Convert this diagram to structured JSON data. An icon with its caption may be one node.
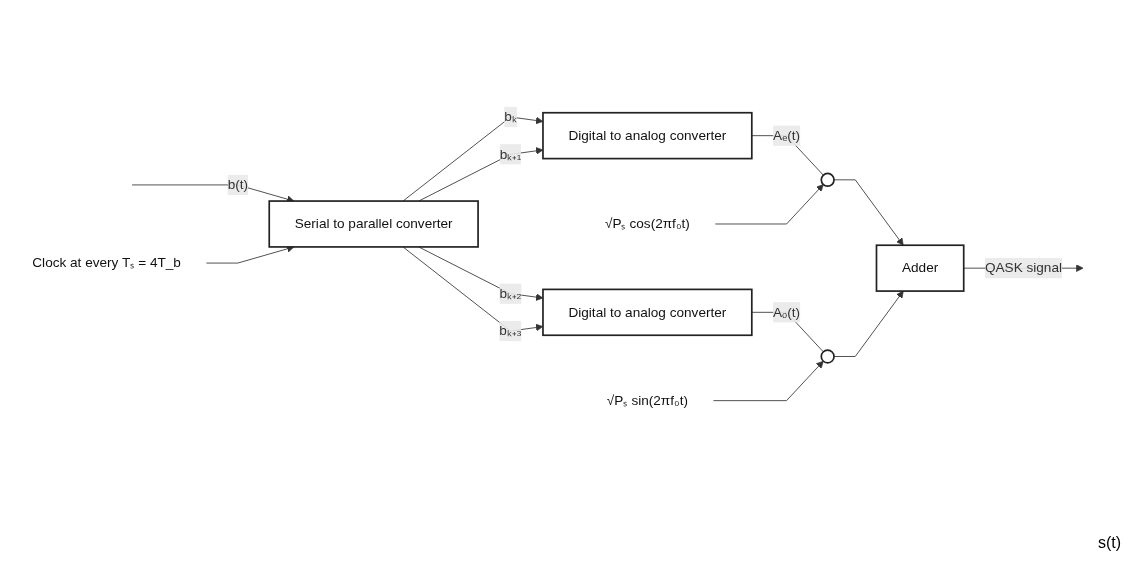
{
  "diagram": {
    "nodes": [
      {
        "text": [
          "Serial to parallel converter"
        ]
      },
      {
        "text": [
          "Digital to analog converter"
        ]
      },
      {
        "text": [
          "Digital to analog converter"
        ]
      },
      {
        "text": [],
        "shape": "circle"
      },
      {
        "text": [],
        "shape": "circle"
      },
      {
        "text": [
          "Adder"
        ]
      },
      {
        "text": [
          "Clock at every Tₛ = 4T_b"
        ]
      },
      {
        "text": [
          "√Pₛ cos(2πf₀t)"
        ]
      },
      {
        "text": [
          "√Pₛ sin(2πf₀t)"
        ]
      }
    ],
    "edges": [
      {
        "from": null,
        "to": 0,
        "arrow": "to",
        "label": "b(t)"
      },
      {
        "from": 0,
        "to": 1,
        "arrow": "to",
        "label": "bₖ"
      },
      {
        "from": 0,
        "to": 1,
        "arrow": "to",
        "label": "bₖ₊₁"
      },
      {
        "from": 0,
        "to": 2,
        "arrow": "to",
        "label": "bₖ₊₂"
      },
      {
        "from": 0,
        "to": 2,
        "arrow": "to",
        "label": "bₖ₊₃"
      },
      {
        "from": 6,
        "to": 0,
        "arrow": "to"
      },
      {
        "from": 1,
        "to": 3,
        "arrow": "none",
        "label": "Aₑ(t)"
      },
      {
        "from": 7,
        "to": 3,
        "arrow": "to"
      },
      {
        "from": 3,
        "to": 5,
        "arrow": "to"
      },
      {
        "from": 2,
        "to": 4,
        "arrow": "none",
        "label": "Aₒ(t)"
      },
      {
        "from": 8,
        "to": 4,
        "arrow": "to"
      },
      {
        "from": 4,
        "to": 5,
        "arrow": "to"
      },
      {
        "from": 5,
        "to": null,
        "arrow": "to",
        "label": "QASK signal"
      }
    ],
    "labels": [
      "s(t)"
    ]
  }
}
